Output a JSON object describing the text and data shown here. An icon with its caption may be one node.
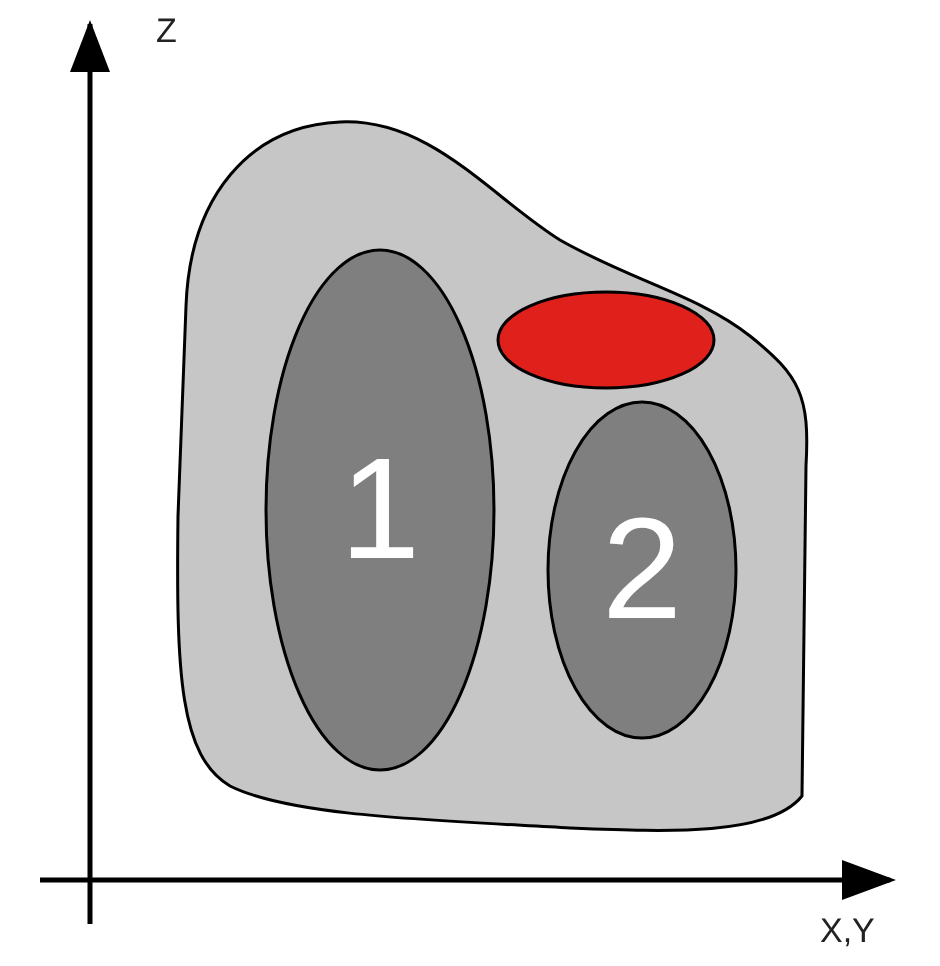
{
  "diagram": {
    "nodes": [
      {
        "text": [],
        "shape": "blob"
      },
      {
        "text": [
          "1"
        ],
        "in": 0
      },
      {
        "text": [],
        "shape": "ellipse",
        "in": 0
      },
      {
        "text": [
          "2"
        ],
        "in": 0
      }
    ],
    "labels": [
      "Z",
      "X,Y"
    ]
  }
}
